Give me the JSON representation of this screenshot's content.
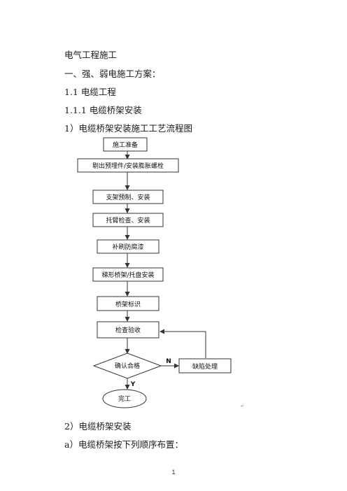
{
  "document": {
    "lines": [
      "电气工程施工",
      "一、强、弱电施工方案：",
      "1.1 电缆工程",
      "1.1.1 电缆桥架安装",
      "1）电缆桥架安装施工工艺流程图",
      "2）电缆桥架安装",
      "a）电缆桥架按下列顺序布置："
    ],
    "page_number": "1"
  },
  "flowchart": {
    "steps": [
      "施工准备",
      "剔出预埋件/安装膨胀螺栓",
      "支架预制、安装",
      "托臂检查、安装",
      "补刷防腐漆",
      "梯形桥架/托盘安装",
      "桥架标识",
      "检查验收"
    ],
    "decision": "确认合格",
    "defect": "缺陷处理",
    "end": "完工",
    "yes_label": "Y",
    "no_label": "N",
    "para_mark": "↵"
  }
}
